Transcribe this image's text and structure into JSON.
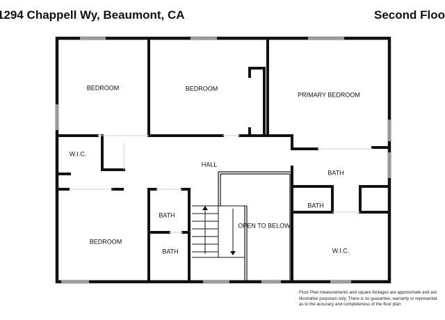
{
  "header": {
    "address": "1294 Chappell Wy, Beaumont, CA",
    "floor": "Second Floo"
  },
  "rooms": {
    "bedroom_nw": "BEDROOM",
    "bedroom_center": "BEDROOM",
    "primary_bedroom": "PRIMARY BEDROOM",
    "wic_left": "W.I.C.",
    "hall": "HALL",
    "bath_right": "BATH",
    "bath_right_small": "BATH",
    "bath_center_upper": "BATH",
    "bath_center_lower": "BATH",
    "bedroom_sw": "BEDROOM",
    "open_to_below": "OPEN TO BELOW",
    "wic_right": "W.I.C."
  },
  "disclaimer": {
    "line1": "Floor Plan measurements and square footages are approximate and are",
    "line2": "illustrative purposes only. There is no guarantee, warranty or representat",
    "line3": "as to the accuracy and completeness of the floor plan"
  }
}
